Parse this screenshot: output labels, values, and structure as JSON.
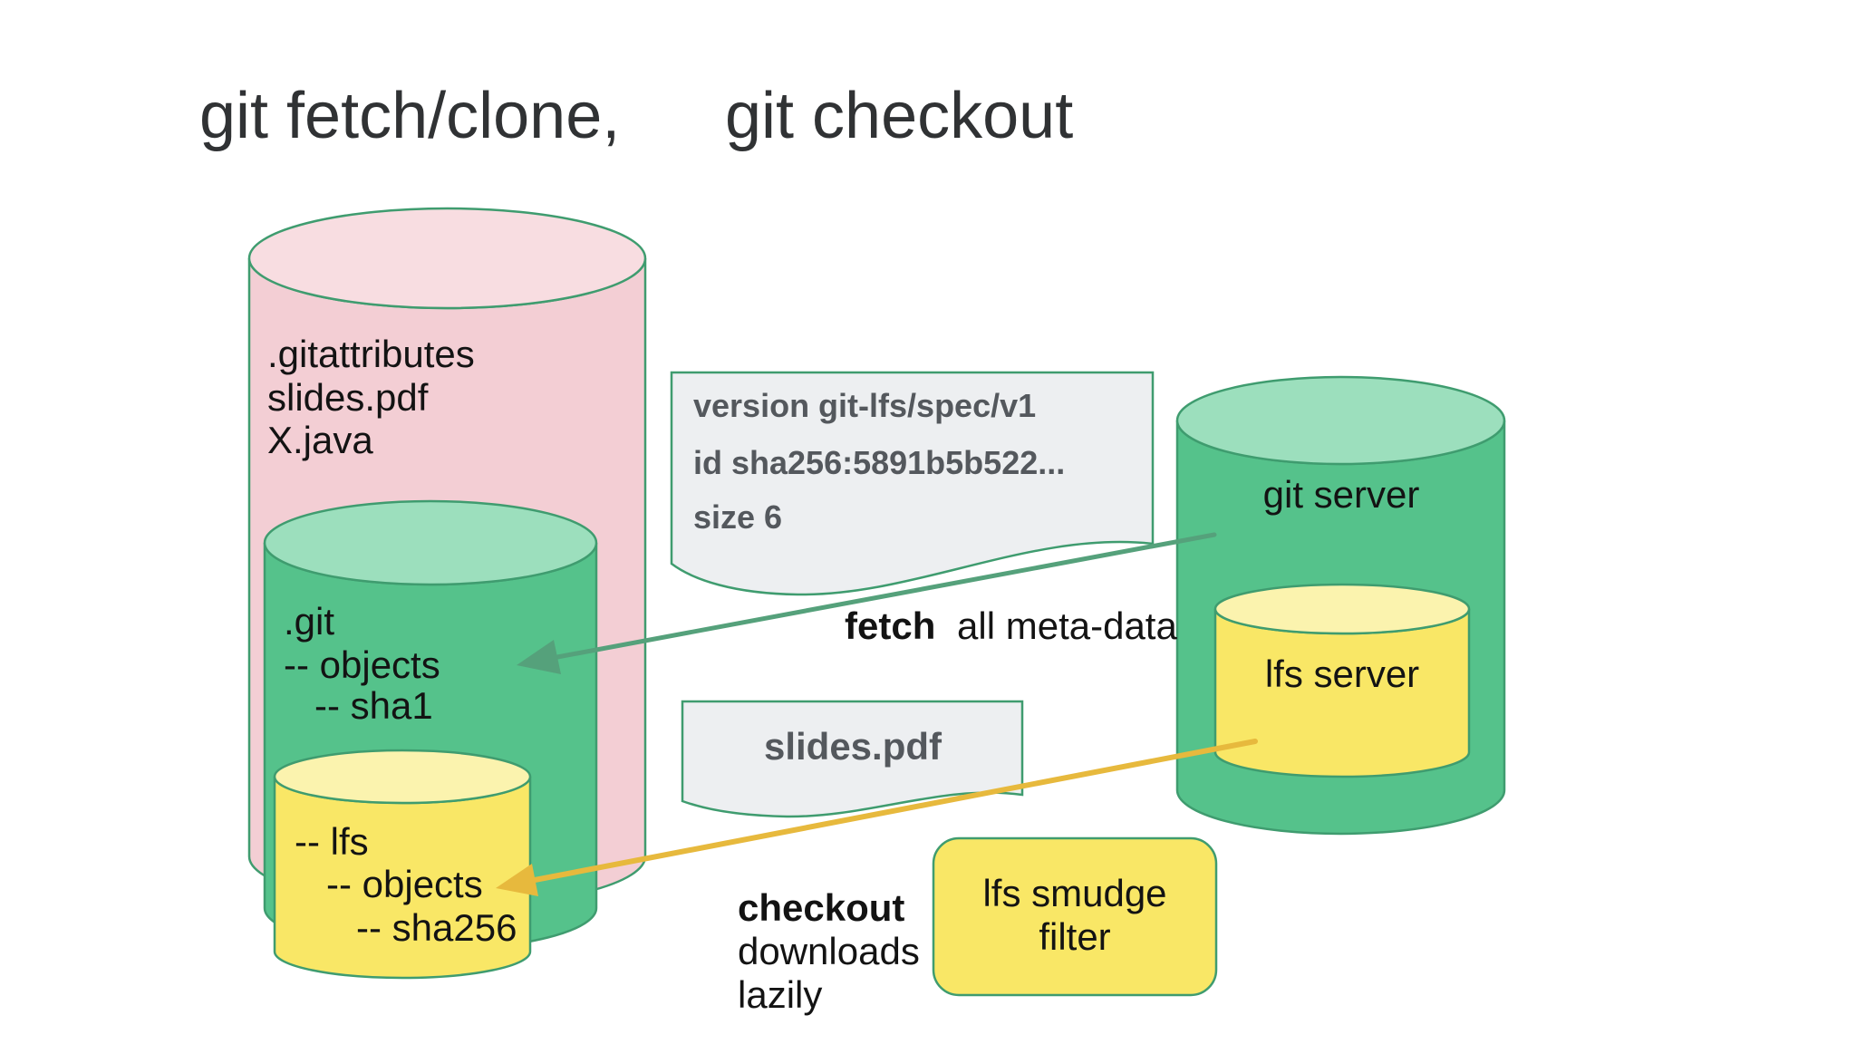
{
  "slide": {
    "title_left": "git fetch/clone,",
    "title_right": "git checkout"
  },
  "local_repo": {
    "working_tree_files": [
      ".gitattributes",
      "slides.pdf",
      "X.java"
    ],
    "git_dir_entries": [
      ".git",
      "-- objects",
      "-- sha1"
    ],
    "lfs_store_entries": [
      "-- lfs",
      "-- objects",
      "-- sha256"
    ]
  },
  "pointer_file_note": {
    "lines": [
      "version git-lfs/spec/v1",
      "id sha256:5891b5b522...",
      "size 6"
    ]
  },
  "payload_file_note": {
    "label": "slides.pdf"
  },
  "remote": {
    "git_server_label": "git server",
    "lfs_server_label": "lfs server"
  },
  "fetch_annotation": {
    "keyword": "fetch",
    "rest": "all meta-data"
  },
  "checkout_annotation": {
    "keyword": "checkout",
    "line2": "downloads",
    "line3": "lazily"
  },
  "smudge_box": {
    "line1": "lfs smudge",
    "line2": "filter"
  },
  "colors": {
    "background": "#ffffff",
    "title_text": "#303234",
    "black_text": "#131313",
    "note_text": "#54585d",
    "cylinder_stroke": "#3f9c6f",
    "pink_body": "#f3ced4",
    "pink_top": "#f8dde1",
    "green_body": "#55c28b",
    "green_top": "#9cdfbd",
    "yellow_body": "#f9e766",
    "yellow_top": "#fbf3ae",
    "note_fill": "#edeff1",
    "fetch_arrow": "#55a17b",
    "checkout_arrow": "#e7b93d"
  }
}
